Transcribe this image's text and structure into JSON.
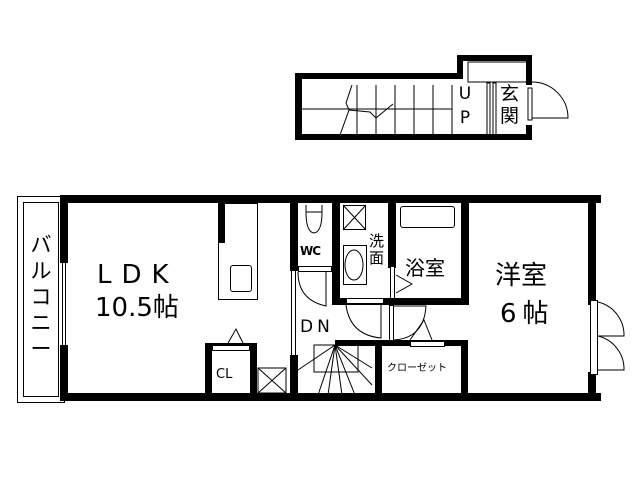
{
  "upper_section": {
    "stair_label": "UP",
    "entrance_label": "玄関"
  },
  "main_floor": {
    "balcony": {
      "label": "バルコニー"
    },
    "ldk": {
      "name": "LDK",
      "size": "10.5帖"
    },
    "closet_small": {
      "label": "CL"
    },
    "toilet": {
      "label": "WC"
    },
    "washroom": {
      "label": "洗面"
    },
    "bathroom": {
      "label": "浴室"
    },
    "stair_down": {
      "label": "DN"
    },
    "walk_closet": {
      "label": "クローゼット"
    },
    "western_room": {
      "name": "洋室",
      "size": "6帖"
    }
  },
  "colors": {
    "wall": "#000000",
    "background": "#ffffff"
  }
}
